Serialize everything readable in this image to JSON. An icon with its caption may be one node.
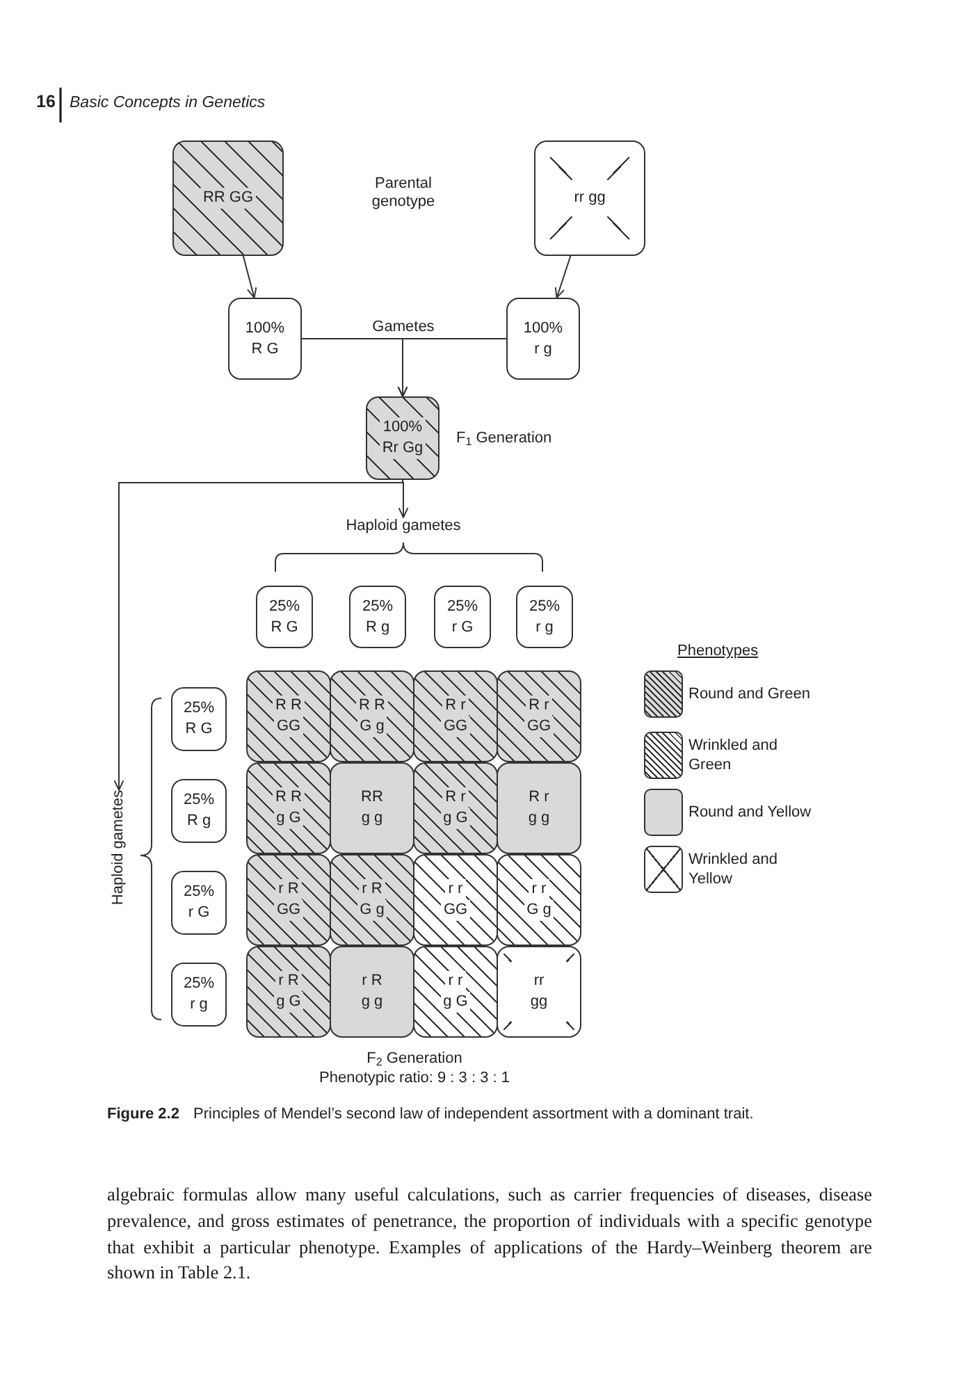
{
  "diagram": {
    "caption": "**Figure 2.2** Principles of Mendel’s second law of independent assortment with a dominant trait.",
    "nodes": [
      {
        "text": [
          "RR GG"
        ]
      },
      {
        "text": [
          "rr gg"
        ]
      },
      {
        "text": [
          "100%",
          "R G"
        ]
      },
      {
        "text": [
          "100%",
          "r g"
        ]
      },
      {
        "text": [
          "100%",
          "Rr Gg"
        ],
        "beside": [
          "F$_{1}$ Generation"
        ]
      },
      {
        "text": [
          "Haploid gametes"
        ]
      },
      {
        "text": [
          "25%",
          "R G"
        ]
      },
      {
        "text": [
          "25%",
          "R g"
        ]
      },
      {
        "text": [
          "25%",
          "r G"
        ]
      },
      {
        "text": [
          "25%",
          "r g"
        ]
      },
      {
        "text": [
          "Haploid gametes"
        ]
      },
      {
        "text": [
          "25%",
          "R G"
        ]
      },
      {
        "text": [
          "25%",
          "R g"
        ]
      },
      {
        "text": [
          "25%",
          "r G"
        ]
      },
      {
        "text": [
          "25%",
          "r g"
        ]
      },
      {
        "text": [
          "R R",
          "GG"
        ]
      },
      {
        "text": [
          "R R",
          "G g"
        ]
      },
      {
        "text": [
          "R r",
          "GG"
        ]
      },
      {
        "text": [
          "R r",
          "GG"
        ]
      },
      {
        "text": [
          "R R",
          "g G"
        ]
      },
      {
        "text": [
          "RR",
          "g g"
        ]
      },
      {
        "text": [
          "R r",
          "g G"
        ]
      },
      {
        "text": [
          "R r",
          "g g"
        ]
      },
      {
        "text": [
          "r R",
          "GG"
        ]
      },
      {
        "text": [
          "r R",
          "G g"
        ]
      },
      {
        "text": [
          "r r",
          "GG"
        ]
      },
      {
        "text": [
          "r r",
          "G g"
        ]
      },
      {
        "text": [
          "r R",
          "g G"
        ]
      },
      {
        "text": [
          "r R",
          "g g"
        ]
      },
      {
        "text": [
          "r r",
          "g G"
        ]
      },
      {
        "text": [
          "rr",
          "gg"
        ]
      }
    ],
    "edges": [
      {
        "from": 0,
        "to": 2,
        "arrow": "to"
      },
      {
        "from": 1,
        "to": 3,
        "arrow": "to"
      },
      {
        "from": 2,
        "to": 4,
        "arrow": "to"
      },
      {
        "from": 3,
        "to": 4,
        "arrow": "to"
      },
      {
        "from": 4,
        "to": 5,
        "arrow": "to"
      },
      {
        "from": 4,
        "to": 10,
        "arrow": "to"
      }
    ],
    "labels": [
      "16",
      "Basic Concepts in Genetics",
      "Parental genotype",
      "Gametes",
      "Phenotypes",
      "F$_{2}$ Generation",
      "Phenotypic ratio: 9 : 3 : 3 : 1",
      "algebraic formulas allow many useful calculations, such as carrier frequencies of diseases, disease prevalence, and gross estimates of penetrance, the proportion of individuals with a specific genotype that exhibit a particular phenotype. Examples of applications of the Hardy–Weinberg theorem are shown in Table 2.1."
    ],
    "legend": [
      {
        "text": "Round and Green"
      },
      {
        "text": "Wrinkled and Green"
      },
      {
        "text": "Round and Yellow",
        "color": "#d9d9d9"
      },
      {
        "text": "Wrinkled and Yellow"
      }
    ]
  }
}
